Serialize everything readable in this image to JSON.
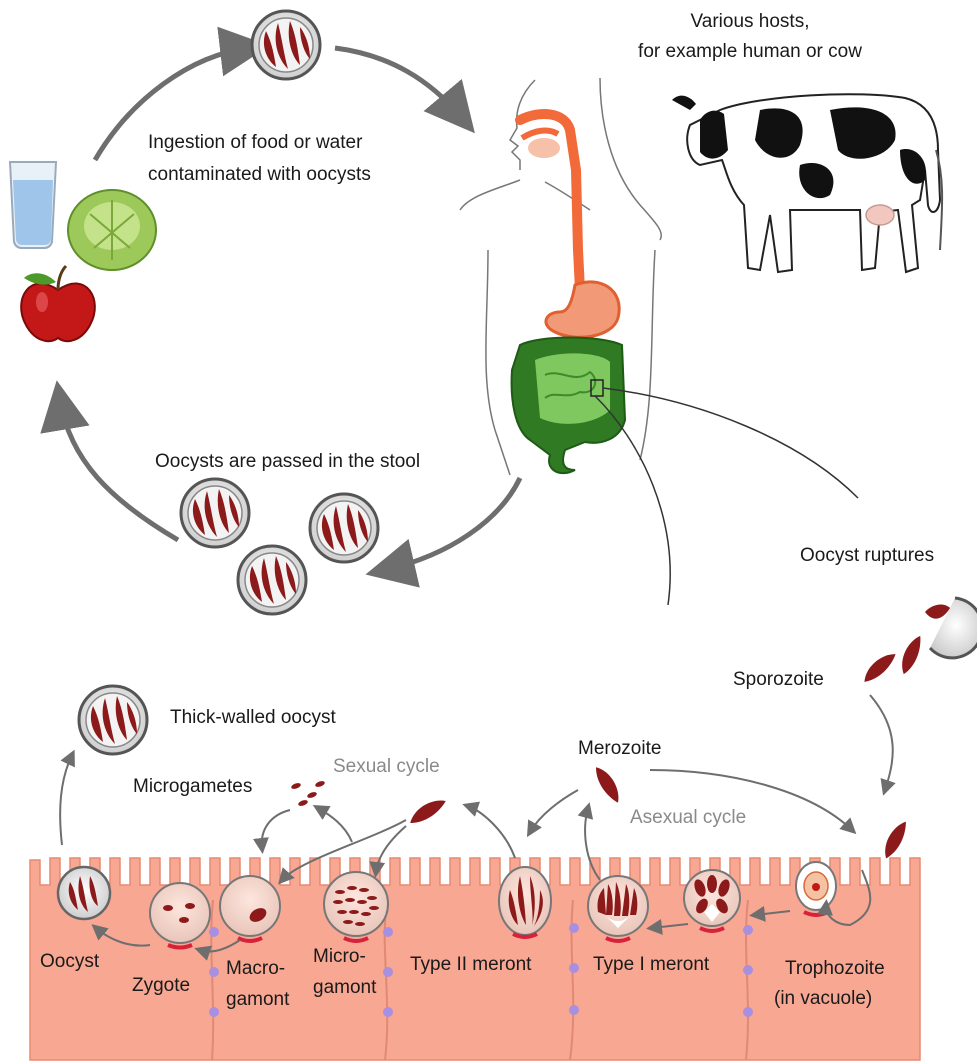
{
  "labels": {
    "hosts_line1": "Various hosts,",
    "hosts_line2": "for example human or cow",
    "ingestion_line1": "Ingestion of food or water",
    "ingestion_line2": "contaminated with oocysts",
    "passed_stool": "Oocysts are passed in the stool",
    "oocyst_ruptures": "Oocyst ruptures",
    "sporozoite": "Sporozoite",
    "thick_walled": "Thick-walled oocyst",
    "merozoite": "Merozoite",
    "sexual_cycle": "Sexual cycle",
    "asexual_cycle": "Asexual cycle",
    "microgametes": "Microgametes",
    "oocyst": "Oocyst",
    "zygote": "Zygote",
    "macrogamont_1": "Macro-",
    "macrogamont_2": "gamont",
    "microgamont_1": "Micro-",
    "microgamont_2": "gamont",
    "type2_meront": "Type II meront",
    "type1_meront": "Type I meront",
    "trophozoite_1": "Trophozoite",
    "trophozoite_2": "(in vacuole)"
  },
  "colors": {
    "parasite": "#8c1a1a",
    "cell": "#f7a792",
    "arrow": "#6e6e6e",
    "esophagus": "#f26a3a",
    "intestine": "#3a8a2a",
    "junction": "#a98fe0"
  },
  "icons": [
    "water-glass-icon",
    "cabbage-icon",
    "apple-icon",
    "cow-icon",
    "human-torso-icon"
  ]
}
